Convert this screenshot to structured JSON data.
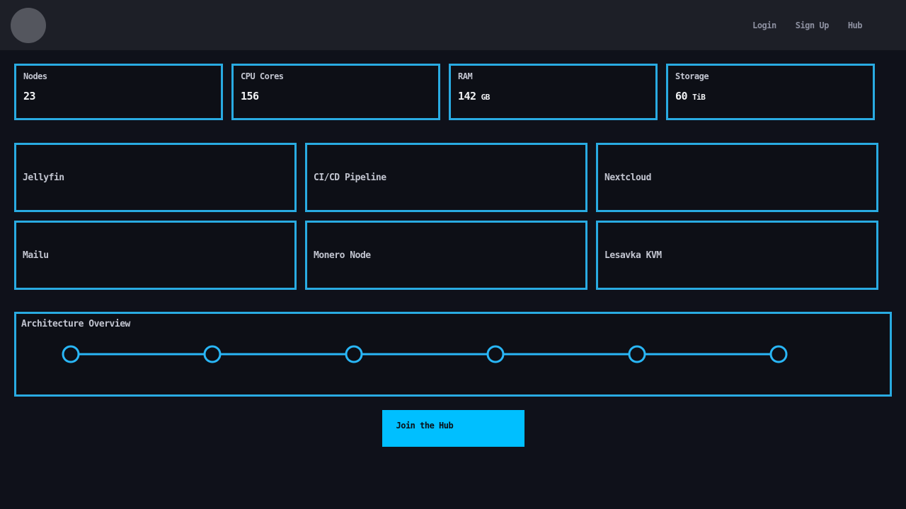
{
  "theme": {
    "page_bg": "#0f111a",
    "navbar_bg": "#1d1f27",
    "card_bg": "#0d0f16",
    "accent": "#29abe2",
    "accent_bright": "#29b6f6",
    "button_bg": "#00bfff",
    "button_text": "#0a1016",
    "label_color": "#c2c5d0",
    "value_color": "#f1f2f4",
    "nav_link_color": "#8d90a0",
    "avatar_color": "#54565e"
  },
  "navbar": {
    "links": [
      {
        "label": "Login"
      },
      {
        "label": "Sign Up"
      },
      {
        "label": "Hub"
      }
    ]
  },
  "stats": [
    {
      "label": "Nodes",
      "value": "23",
      "unit": ""
    },
    {
      "label": "CPU Cores",
      "value": "156",
      "unit": ""
    },
    {
      "label": "RAM",
      "value": "142",
      "unit": "GB"
    },
    {
      "label": "Storage",
      "value": "60",
      "unit": "TiB"
    }
  ],
  "services": [
    {
      "name": "Jellyfin"
    },
    {
      "name": "CI/CD Pipeline"
    },
    {
      "name": "Nextcloud"
    },
    {
      "name": "Mailu"
    },
    {
      "name": "Monero Node"
    },
    {
      "name": "Lesavka KVM"
    }
  ],
  "architecture": {
    "title": "Architecture Overview",
    "node_count": 6
  },
  "cta": {
    "label": "Join the Hub"
  }
}
